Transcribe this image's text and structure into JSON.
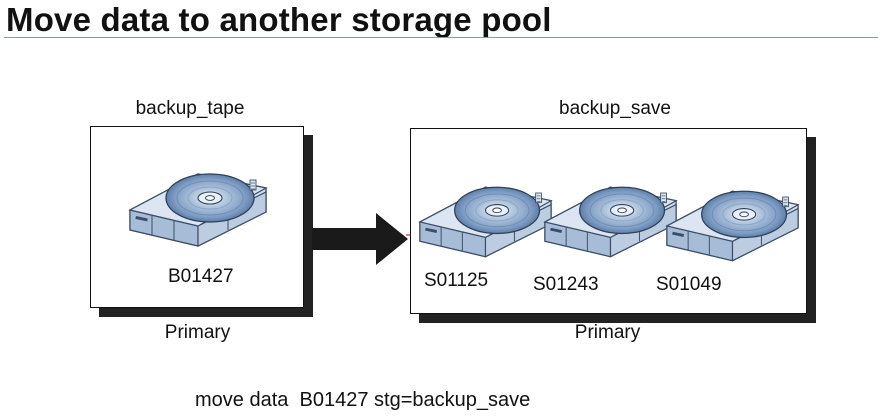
{
  "title": "Move data to another storage pool",
  "source_pool": {
    "name": "backup_tape",
    "type": "Primary",
    "volumes": [
      {
        "label": "B01427",
        "icon": "tape-cartridge-icon"
      }
    ]
  },
  "target_pool": {
    "name": "backup_save",
    "type": "Primary",
    "volumes": [
      {
        "label": "S01125",
        "icon": "tape-cartridge-icon"
      },
      {
        "label": "S01243",
        "icon": "tape-cartridge-icon"
      },
      {
        "label": "S01049",
        "icon": "tape-cartridge-icon"
      }
    ]
  },
  "arrow_icon": "right-arrow-icon",
  "command": "move data  B01427 stg=backup_save",
  "colors": {
    "disk_blue": "#b9cbe0",
    "disk_dark": "#5f7fa8",
    "shadow": "#222222",
    "rule": "#8a9aa8"
  }
}
